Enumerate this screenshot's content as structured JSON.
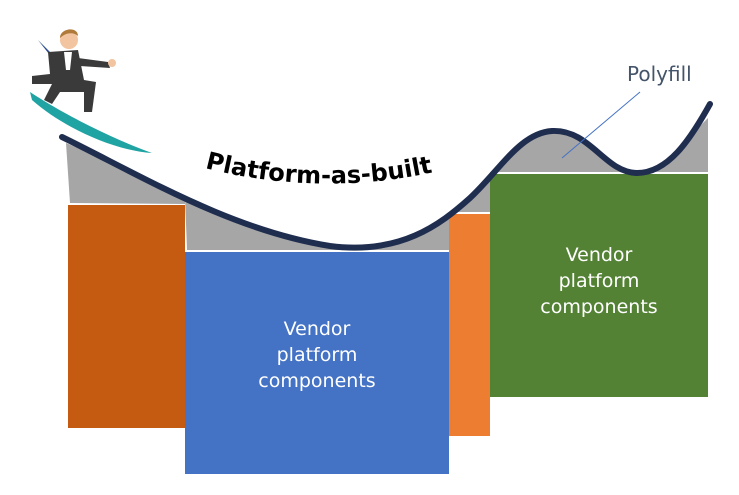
{
  "diagram": {
    "curve_label": "Platform-as-built",
    "callout_label": "Polyfill",
    "blocks": [
      {
        "id": "custom-left",
        "label": "",
        "color": "#C55A11"
      },
      {
        "id": "vendor-blue",
        "label_lines": [
          "Vendor",
          "platform",
          "components"
        ],
        "color": "#4472C4"
      },
      {
        "id": "custom-middle",
        "label": "",
        "color": "#ED7D31"
      },
      {
        "id": "vendor-green",
        "label_lines": [
          "Vendor",
          "platform",
          "components"
        ],
        "color": "#548235"
      }
    ],
    "colors": {
      "polyfill_fill": "#A6A6A6",
      "curve_stroke": "#1F2D4F",
      "callout_line": "#4472C4",
      "callout_text": "#44546A",
      "surfboard": "#1FA3A3"
    },
    "figure": "businessman-surfing-icon"
  }
}
